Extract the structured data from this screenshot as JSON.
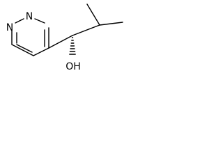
{
  "molecule": {
    "atoms": {
      "n_top": "N",
      "n_left": "N",
      "hydroxyl": "OH"
    },
    "stereo_bond": "hashed-wedge"
  }
}
